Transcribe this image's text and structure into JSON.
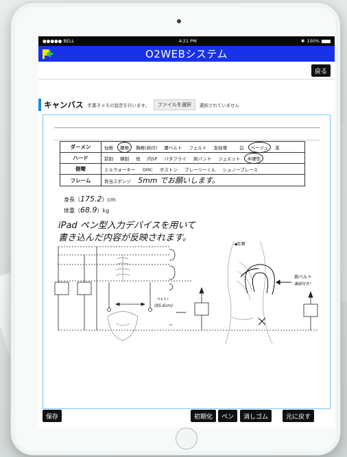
{
  "status_bar": {
    "carrier": "●●●●● BELL",
    "time": "4:21 PM",
    "battery": "100%"
  },
  "app": {
    "title": "O2WEBシステム",
    "logo": "P+"
  },
  "toolbar": {
    "back_label": "戻る"
  },
  "canvas": {
    "title": "キャンバス",
    "subtitle": "手書きメモの設定を行います。",
    "file_button": "ファイルを選択",
    "file_status": "選択されていません"
  },
  "sheet": {
    "rows": [
      {
        "label": "ダーメン",
        "options": [
          {
            "text": "仙椎",
            "circled": false
          },
          {
            "text": "腰椎",
            "circled": true
          },
          {
            "text": "胸椎(肩付)",
            "circled": false
          },
          {
            "text": "腰ベルト",
            "circled": false
          },
          {
            "text": "フェルト",
            "circled": false
          },
          {
            "text": "支柱増",
            "circled": false
          },
          {
            "text": "白",
            "circled": false
          },
          {
            "text": "ベージュ",
            "circled": true
          },
          {
            "text": "黒",
            "circled": false
          }
        ]
      },
      {
        "label": "ハード",
        "options": [
          {
            "text": "前割",
            "circled": false
          },
          {
            "text": "横割",
            "circled": false
          },
          {
            "text": "他",
            "circled": false
          },
          {
            "text": "内SP",
            "circled": false
          },
          {
            "text": "バタフライ",
            "circled": false
          },
          {
            "text": "肩バンド",
            "circled": false
          },
          {
            "text": "ジュエット",
            "circled": false
          },
          {
            "text": "半硬性",
            "circled": true
          }
        ]
      },
      {
        "label": "側彎",
        "options": [
          {
            "text": "ミルウォーキー",
            "circled": false
          },
          {
            "text": "OMC",
            "circled": false
          },
          {
            "text": "ボストン",
            "circled": false
          },
          {
            "text": "ブレーリーくん",
            "circled": false
          },
          {
            "text": "シェノーブレース",
            "circled": false
          }
        ]
      },
      {
        "label": "フレーム",
        "prefix": "背当スポンジ",
        "handwritten": "5mm でお願いします。"
      }
    ],
    "height": {
      "label_open": "身長（",
      "value": "175.2",
      "label_close": "）cm"
    },
    "weight": {
      "label_open": "体重（",
      "value": "68.9",
      "label_close": "）kg"
    },
    "note_line1": "iPad ペン型入力デバイスを用いて",
    "note_line2": "書き込んだ内容が反映されます。",
    "diagram": {
      "front_label": "◀正面",
      "shoulder_belt_label": "肩ベルト",
      "shoulder_belt_note": "黒紐付き！",
      "waist_label": "ウエスト",
      "waist_value": "(85.6cm)"
    }
  },
  "actions": {
    "save": "保存",
    "reset": "初期化",
    "pen": "ペン",
    "eraser": "消しゴム",
    "undo": "元に戻す"
  },
  "colors": {
    "appbar": "#1732e8",
    "accent": "#1a8be0",
    "button": "#101010"
  }
}
